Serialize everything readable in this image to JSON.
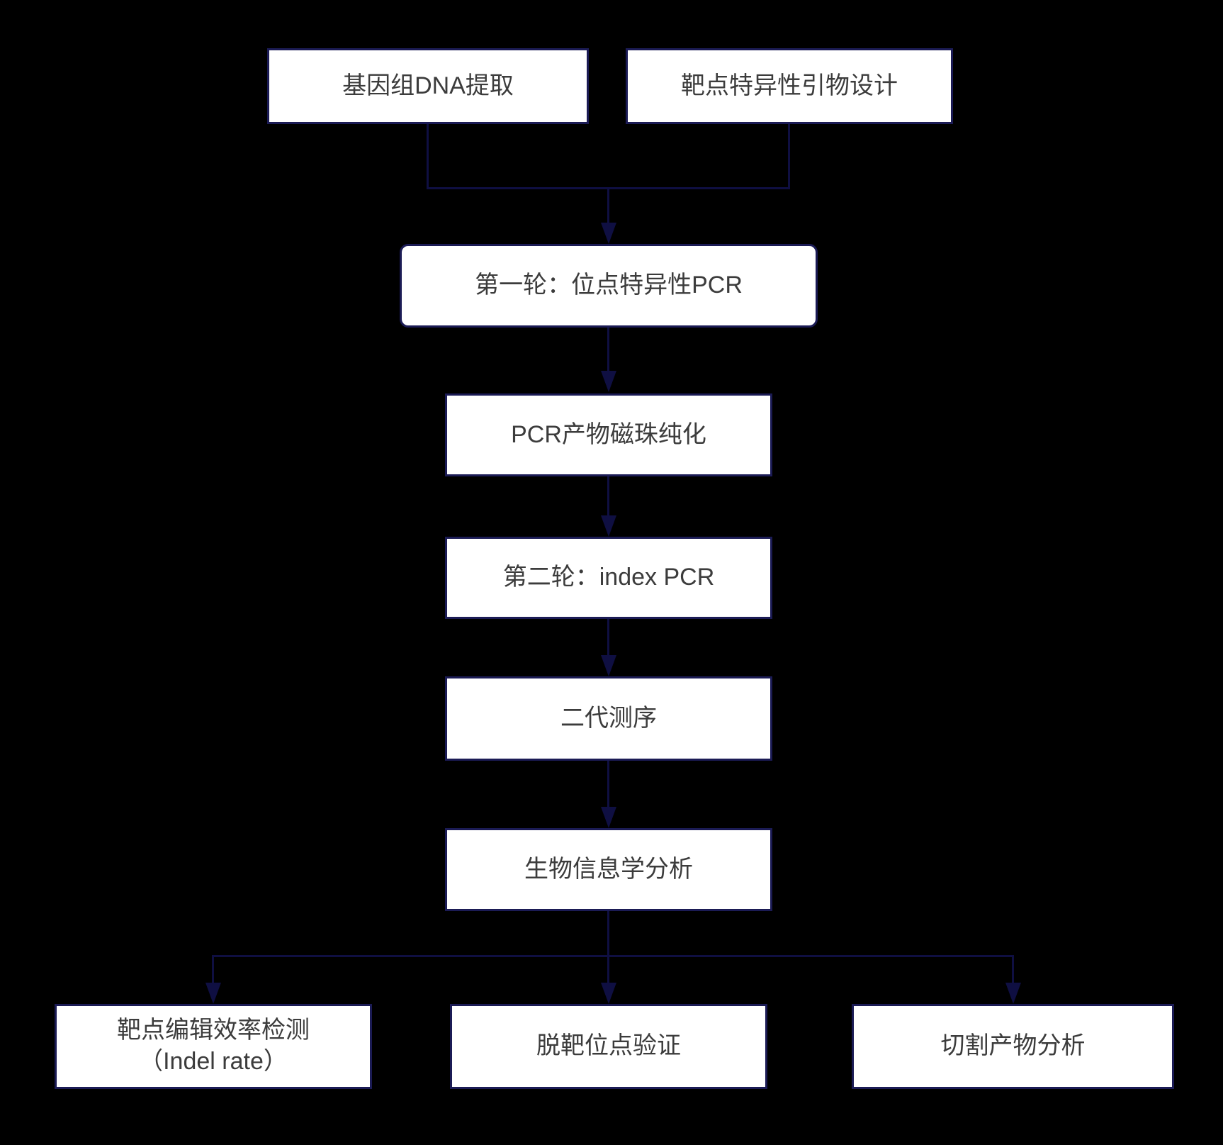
{
  "diagram": {
    "type": "flowchart",
    "colors": {
      "background": "#000000",
      "box_fill": "#ffffff",
      "box_border": "#1b1b55",
      "connector": "#0f0f42",
      "text": "#3c3c3c"
    },
    "nodes": {
      "genomic_dna": {
        "label": "基因组DNA提取"
      },
      "primer_design": {
        "label": "靶点特异性引物设计"
      },
      "round1_pcr": {
        "label": "第一轮：位点特异性PCR"
      },
      "bead_purification": {
        "label": "PCR产物磁珠纯化"
      },
      "round2_index_pcr": {
        "label": "第二轮：index PCR"
      },
      "ngs": {
        "label": "二代测序"
      },
      "bioinformatics": {
        "label": "生物信息学分析"
      },
      "indel_rate": {
        "label_line1": "靶点编辑效率检测",
        "label_line2": "（Indel rate）"
      },
      "off_target": {
        "label": "脱靶位点验证"
      },
      "cleavage": {
        "label": "切割产物分析"
      }
    },
    "edges": [
      {
        "from": "genomic_dna",
        "to": "round1_pcr"
      },
      {
        "from": "primer_design",
        "to": "round1_pcr"
      },
      {
        "from": "round1_pcr",
        "to": "bead_purification"
      },
      {
        "from": "bead_purification",
        "to": "round2_index_pcr"
      },
      {
        "from": "round2_index_pcr",
        "to": "ngs"
      },
      {
        "from": "ngs",
        "to": "bioinformatics"
      },
      {
        "from": "bioinformatics",
        "to": "indel_rate"
      },
      {
        "from": "bioinformatics",
        "to": "off_target"
      },
      {
        "from": "bioinformatics",
        "to": "cleavage"
      }
    ]
  }
}
